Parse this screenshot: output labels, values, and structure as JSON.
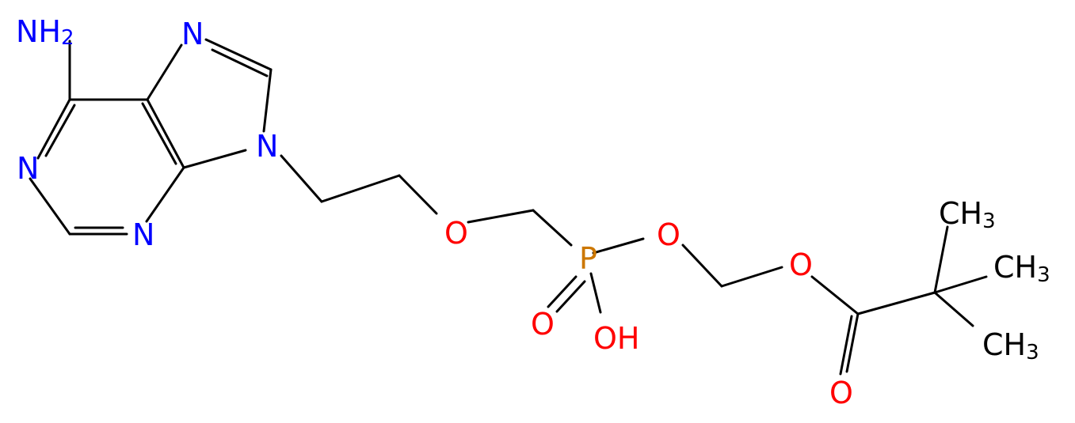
{
  "colors": {
    "bond": "#000000",
    "carbon": "#000000",
    "nitrogen": "#0000ff",
    "oxygen": "#ff0000",
    "phosphorus": "#cc7700"
  },
  "atoms": {
    "nh2": {
      "label": "NH",
      "sub": "2",
      "element": "nitrogen"
    },
    "n1": {
      "label": "N",
      "element": "nitrogen"
    },
    "n3": {
      "label": "N",
      "element": "nitrogen"
    },
    "n7": {
      "label": "N",
      "element": "nitrogen"
    },
    "n9": {
      "label": "N",
      "element": "nitrogen"
    },
    "o_ether": {
      "label": "O",
      "element": "oxygen"
    },
    "p": {
      "label": "P",
      "element": "phosphorus"
    },
    "o_po": {
      "label": "O",
      "element": "oxygen"
    },
    "oh": {
      "label": "OH",
      "element": "oxygen"
    },
    "o_pe": {
      "label": "O",
      "element": "oxygen"
    },
    "o_ester": {
      "label": "O",
      "element": "oxygen"
    },
    "o_carbonyl": {
      "label": "O",
      "element": "oxygen"
    },
    "ch3_top": {
      "label": "CH",
      "sub": "3",
      "element": "carbon"
    },
    "ch3_mid": {
      "label": "CH",
      "sub": "3",
      "element": "carbon"
    },
    "ch3_bot": {
      "label": "CH",
      "sub": "3",
      "element": "carbon"
    }
  }
}
